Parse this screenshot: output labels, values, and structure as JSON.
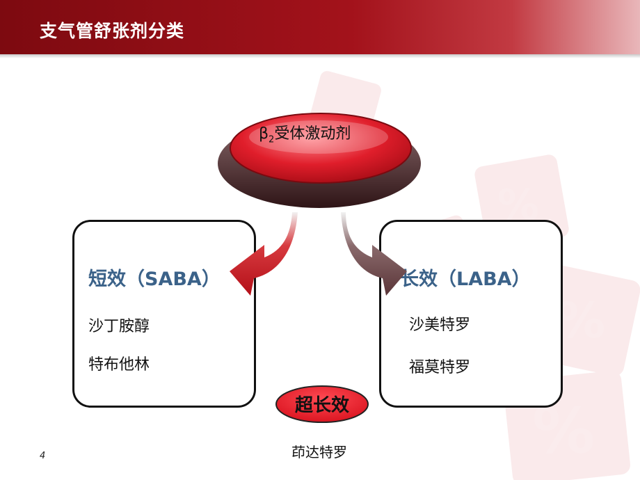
{
  "slide": {
    "title": "支气管舒张剂分类",
    "page_number": "4"
  },
  "center": {
    "label_prefix": "β",
    "label_subscript": "2",
    "label_suffix": "受体激动剂"
  },
  "short_acting": {
    "heading": "短效（SABA）",
    "items": [
      "沙丁胺醇",
      "特布他林"
    ]
  },
  "long_acting": {
    "heading": "长效（LABA）",
    "items": [
      "沙美特罗",
      "福莫特罗"
    ]
  },
  "ultra_long": {
    "label": "超长效",
    "items": [
      "茚达特罗"
    ]
  },
  "colors": {
    "header_red": "#a3121b",
    "button_red": "#e01e2b",
    "heading_blue": "#3b6289"
  }
}
